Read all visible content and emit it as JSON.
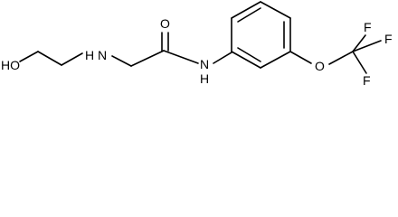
{
  "labels": {
    "hydroxyl": "HO",
    "amine": "H N",
    "carbonyl_oxygen": "O",
    "amide_nitrogen": "N",
    "amide_hydrogen": "H",
    "ether_oxygen": "O",
    "fluorine_1": "F",
    "fluorine_2": "F",
    "fluorine_3": "F"
  }
}
